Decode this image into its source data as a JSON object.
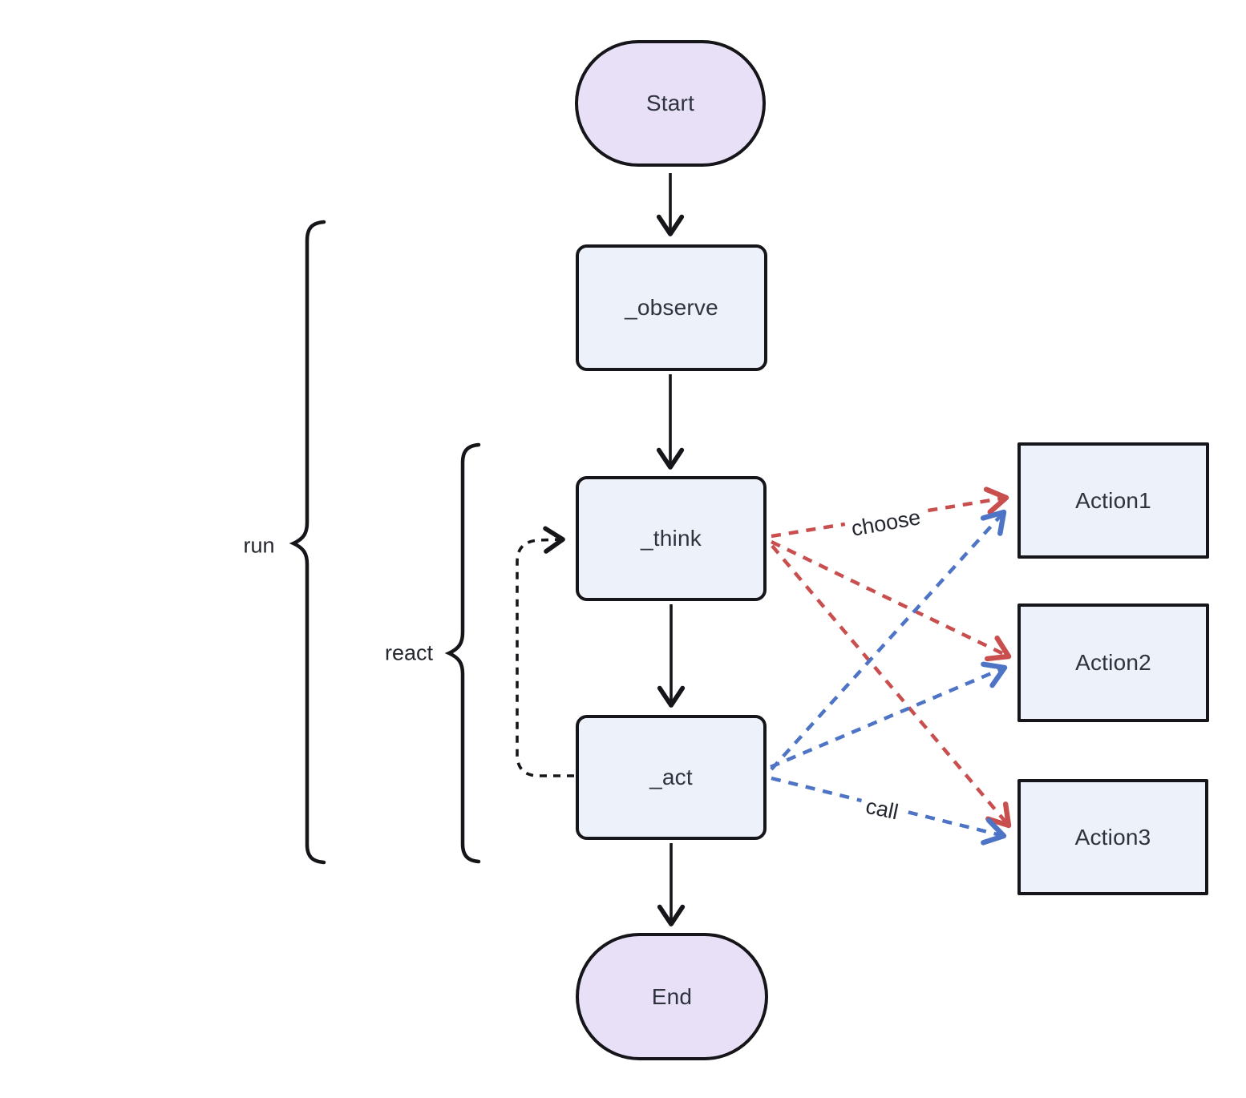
{
  "diagram": {
    "nodes": {
      "start": "Start",
      "observe": "_observe",
      "think": "_think",
      "act": "_act",
      "end": "End",
      "action1": "Action1",
      "action2": "Action2",
      "action3": "Action3"
    },
    "group_labels": {
      "run": "run",
      "react": "react"
    },
    "edge_labels": {
      "choose": "choose",
      "call": "call"
    },
    "edges": [
      {
        "from": "Start",
        "to": "_observe",
        "style": "solid",
        "color": "black"
      },
      {
        "from": "_observe",
        "to": "_think",
        "style": "solid",
        "color": "black"
      },
      {
        "from": "_think",
        "to": "_act",
        "style": "solid",
        "color": "black"
      },
      {
        "from": "_act",
        "to": "End",
        "style": "solid",
        "color": "black"
      },
      {
        "from": "_act",
        "to": "_think",
        "style": "dashed",
        "color": "black"
      },
      {
        "from": "_think",
        "to": "Action1",
        "style": "dashed",
        "color": "red",
        "label": "choose"
      },
      {
        "from": "_think",
        "to": "Action2",
        "style": "dashed",
        "color": "red"
      },
      {
        "from": "_think",
        "to": "Action3",
        "style": "dashed",
        "color": "red"
      },
      {
        "from": "_act",
        "to": "Action1",
        "style": "dashed",
        "color": "blue"
      },
      {
        "from": "_act",
        "to": "Action2",
        "style": "dashed",
        "color": "blue"
      },
      {
        "from": "_act",
        "to": "Action3",
        "style": "dashed",
        "color": "blue",
        "label": "call"
      }
    ],
    "groups": [
      {
        "label": "run",
        "contains": [
          "_observe",
          "_think",
          "_act"
        ]
      },
      {
        "label": "react",
        "contains": [
          "_think",
          "_act"
        ]
      }
    ],
    "colors": {
      "terminal_fill": "#e7e0f7",
      "process_fill": "#ecf1fa",
      "border": "#15151a",
      "text": "#2e333d",
      "choose_edge_red": "#c94f4f",
      "call_edge_blue": "#4e74c6"
    }
  }
}
